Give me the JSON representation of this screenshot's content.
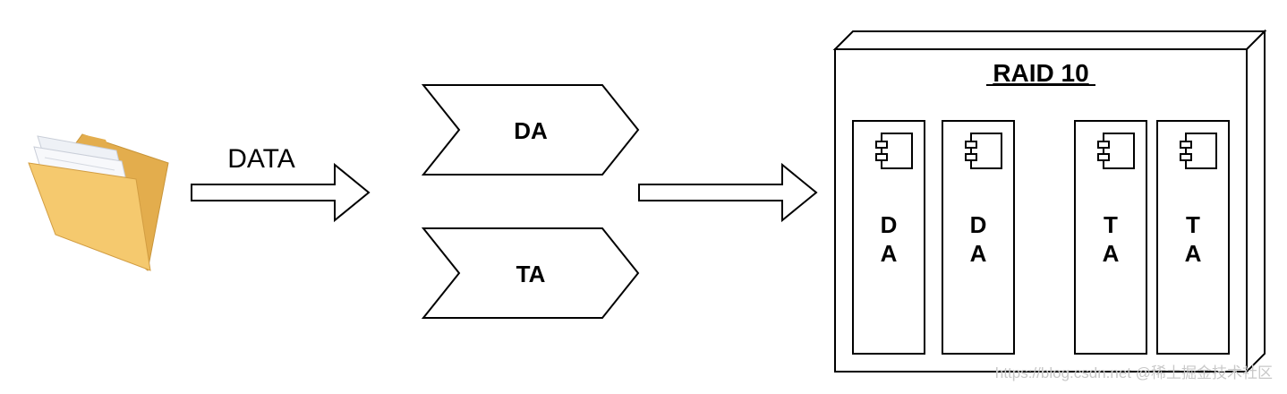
{
  "flow": {
    "input_label": "DATA",
    "chunk_top": "DA",
    "chunk_bottom": "TA"
  },
  "raid": {
    "title": "RAID 10",
    "disks": [
      {
        "line1": "D",
        "line2": "A"
      },
      {
        "line1": "D",
        "line2": "A"
      },
      {
        "line1": "T",
        "line2": "A"
      },
      {
        "line1": "T",
        "line2": "A"
      }
    ]
  },
  "watermark": "https://blog.csdn.net @稀土掘金技术社区",
  "colors": {
    "stroke": "#000000",
    "folder_back": "#e9b85a",
    "folder_front": "#f5cc73",
    "paper": "#f2f4f8",
    "watermark": "#c8c8c8"
  }
}
